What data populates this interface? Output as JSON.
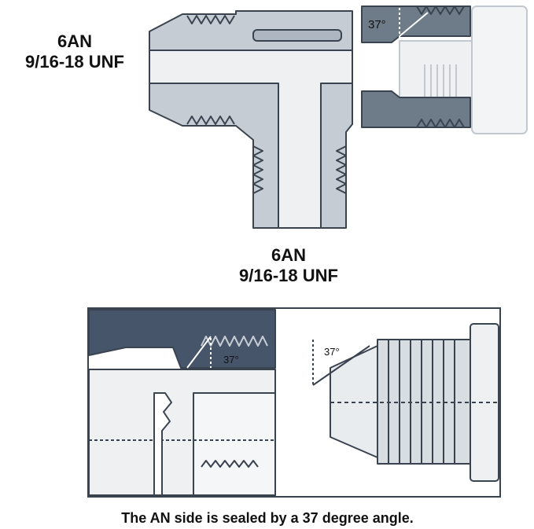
{
  "left_port": {
    "size": "6AN",
    "thread": "9/16-18 UNF"
  },
  "bottom_port": {
    "size": "6AN",
    "thread": "9/16-18 UNF"
  },
  "angles": {
    "top_nut": "37°",
    "detail_left": "37°",
    "detail_right": "37°"
  },
  "caption": "The AN side is sealed by a 37 degree angle.",
  "colors": {
    "body_fill": "#c5ccd3",
    "nut_fill": "#6e7c8a",
    "dark_fill": "#46556a",
    "ghost_fill": "#eef0f2",
    "outline": "#3a4350"
  }
}
